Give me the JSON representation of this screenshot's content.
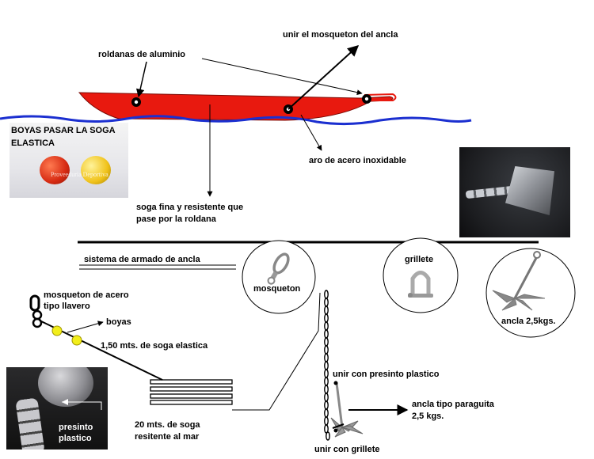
{
  "labels": {
    "roldanas": "roldanas de aluminio",
    "mosqueton_ancla": "unir el mosqueton del ancla",
    "boyas_title": "BOYAS PASAR LA SOGA ELASTICA",
    "boyas_watermark": "Proveeduria Deportiva",
    "aro": "aro de acero inoxidable",
    "soga_fina_1": "soga fina y resistente que",
    "soga_fina_2": "pase por la roldana",
    "sistema": "sistema de armado de ancla",
    "mosqueton_circle": "mosqueton",
    "grillete_circle": "grillete",
    "ancla_circle": "ancla 2,5kgs.",
    "mosqueton_llavero_1": "mosqueton de acero",
    "mosqueton_llavero_2": "tipo llavero",
    "boyas": "boyas",
    "soga_elastica": "1,50 mts. de soga elastica",
    "presinto_1": "presinto",
    "presinto_2": "plastico",
    "soga_mar_1": "20 mts. de soga",
    "soga_mar_2": "resitente al mar",
    "unir_presinto": "unir con presinto plastico",
    "ancla_paraguita_1": "ancla tipo paraguita",
    "ancla_paraguita_2": "2,5 kgs.",
    "unir_grillete": "unir con grillete"
  },
  "colors": {
    "kayak": "#e8190f",
    "water": "#1b2fd0",
    "buoy": "#f2ee1a",
    "buoy_red": "#d62a12",
    "buoy_yellow": "#f0c21a"
  }
}
